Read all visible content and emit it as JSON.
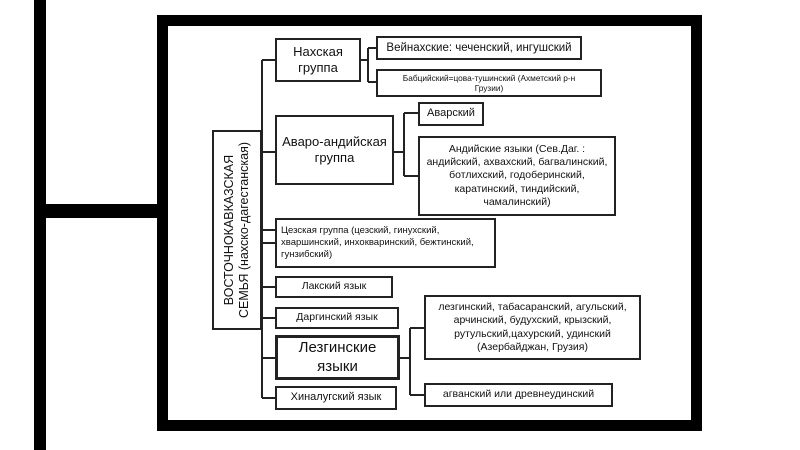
{
  "root": {
    "label": "ВОСТОЧНОКАВКАЗСКАЯ\nСЕМЬЯ (нахско-дагестанская)"
  },
  "groups": {
    "nakh": "Нахская\nгруппа",
    "avar_andi": "Аваро-андийская\nгруппа",
    "tsez": "Цезская группа (цезский, гинухский,\nхваршинский, инхокваринский, бежтинский,\nгунзибский)",
    "lak": "Лакский язык",
    "dargin": "Даргинский язык",
    "lezgic": "Лезгинские\nязыки",
    "khinalug": "Хиналугский язык"
  },
  "subgroups": {
    "vainakh": "Вейнахские: чеченский, ингушский",
    "batsbi": "Бабцийский=цова-тушинский (Ахметский р-н\nГрузии)",
    "avar": "Аварский",
    "andic": "Андийские языки (Сев.Даг. :\nандийский, ахвахский, багвалинский,\nботлихский, годоберинский,\nкаратинский, тиндийский,\nчамалинский)",
    "lezgic_list": "лезгинский, табасаранский, агульский,\nарчинский, будухский, крызский,\nрутульский,цахурский, удинский\n(Азербайджан, Грузия)",
    "aghvan": "агванский или древнеудинский"
  }
}
